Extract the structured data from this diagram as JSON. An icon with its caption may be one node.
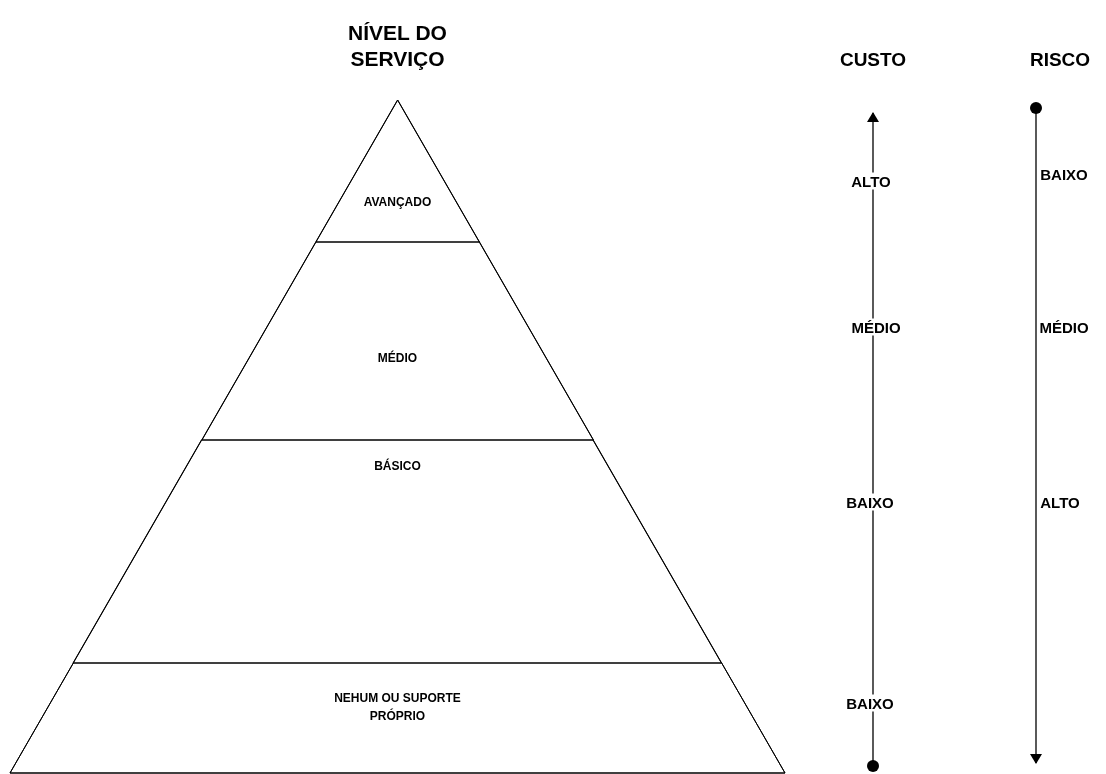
{
  "diagram": {
    "nodes": [
      {
        "text": [
          "NÍVEL DO SERVIÇO"
        ]
      },
      {
        "text": [
          "AVANÇADO"
        ],
        "in": 0
      },
      {
        "text": [
          "MÉDIO"
        ],
        "in": 0
      },
      {
        "text": [
          "BÁSICO"
        ],
        "in": 0
      },
      {
        "text": [
          "NEHUM OU SUPORTE PRÓPRIO"
        ],
        "in": 0
      }
    ],
    "edges": [],
    "labels": [
      "CUSTO",
      "RISCO",
      "ALTO",
      "BAIXO",
      "MÉDIO",
      "MÉDIO",
      "BAIXO",
      "ALTO",
      "BAIXO"
    ]
  }
}
